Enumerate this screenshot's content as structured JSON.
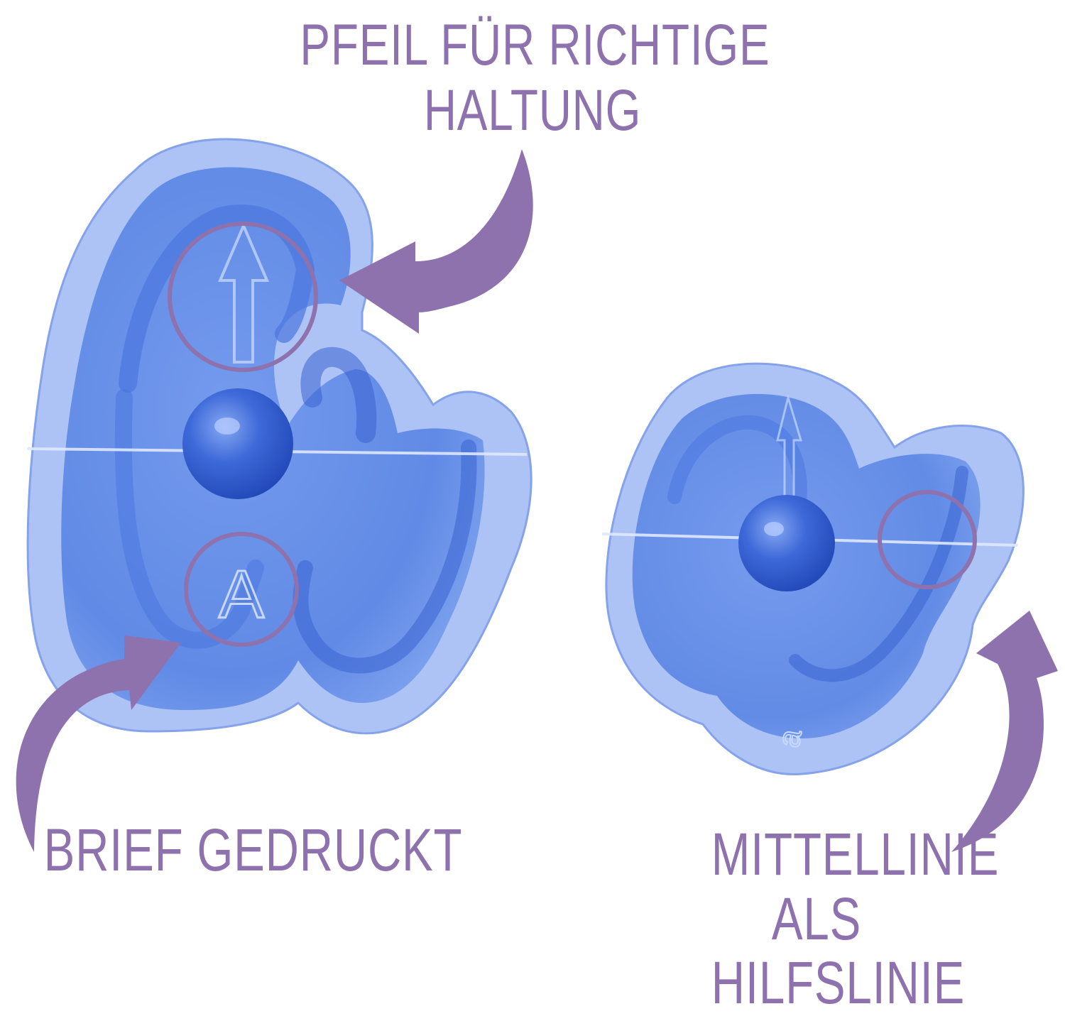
{
  "colors": {
    "accent": "#8e72ad",
    "guide_light": "#a8bff5",
    "guide_mid": "#6b93ea",
    "guide_dark": "#3e6ad8",
    "background": "#ffffff"
  },
  "labels": {
    "top": [
      "PFEIL FÜR RICHTIGE",
      "HALTUNG"
    ],
    "bottom_left": [
      "BRIEF GEDRUCKT"
    ],
    "bottom_right": [
      "MITTELLINIE",
      "ALS",
      "HILFSLINIE"
    ]
  },
  "embossed": {
    "large_letter": "A",
    "small_letter": "a"
  }
}
